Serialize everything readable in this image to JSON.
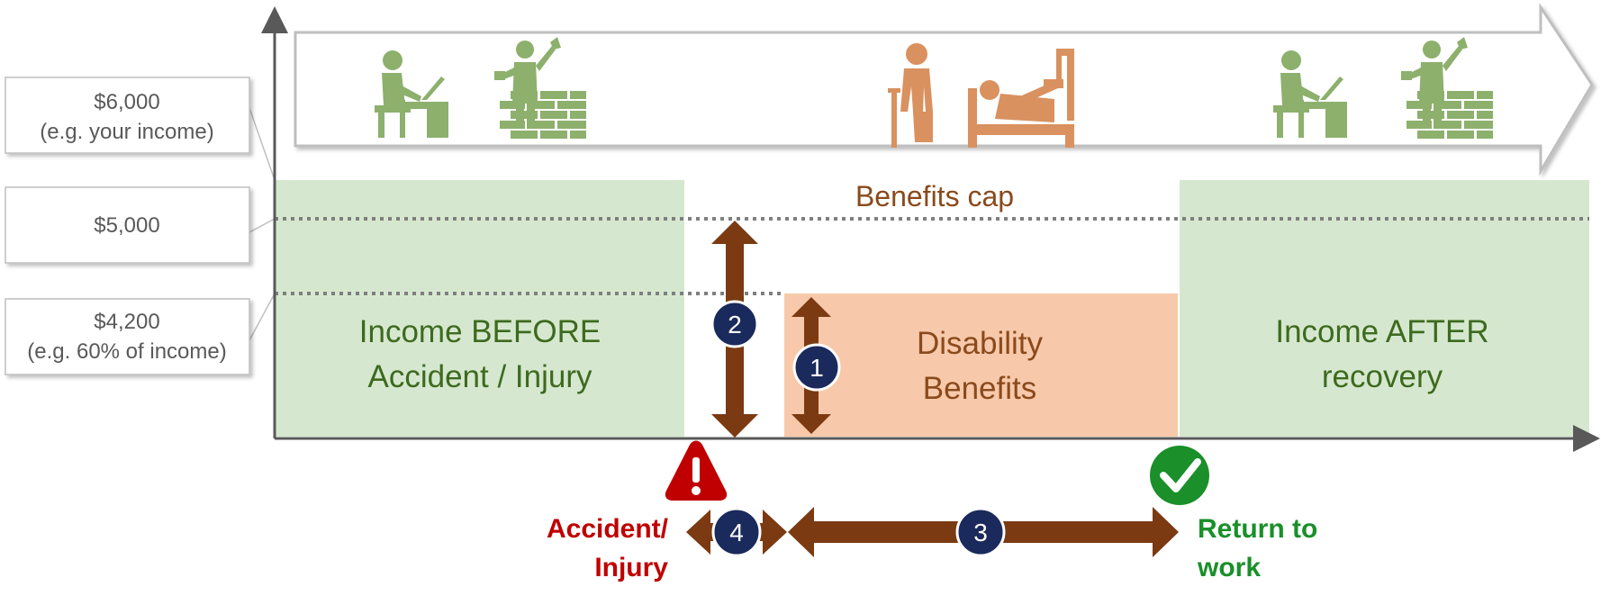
{
  "y_labels": {
    "top": {
      "value": "$6,000",
      "note": "(e.g. your income)"
    },
    "mid": {
      "value": "$5,000"
    },
    "low": {
      "value": "$4,200",
      "note": "(e.g. 60% of income)"
    }
  },
  "cap_label": "Benefits cap",
  "regions": {
    "before": {
      "line1": "Income BEFORE",
      "line2": "Accident / Injury"
    },
    "disability": {
      "line1": "Disability",
      "line2": "Benefits"
    },
    "after": {
      "line1": "Income AFTER",
      "line2": "recovery"
    }
  },
  "markers": {
    "accident": {
      "line1": "Accident/",
      "line2": "Injury"
    },
    "return": {
      "line1": "Return to",
      "line2": "work"
    }
  },
  "badges": {
    "one": "1",
    "two": "2",
    "three": "3",
    "four": "4"
  },
  "icons": [
    "desk-worker-icon",
    "bricklayer-icon",
    "crutch-person-icon",
    "hospital-bed-icon",
    "desk-worker-icon",
    "bricklayer-icon",
    "warning-icon",
    "check-icon"
  ],
  "colors": {
    "green_fill": "#d5e8cf",
    "green_text": "#3e6a1f",
    "peach_fill": "#f7c9aa",
    "brown_text": "#8a4a1c",
    "arrow_brown": "#7b3a12",
    "badge_navy": "#1b2a5c",
    "icon_green": "#8db06d",
    "icon_orange": "#d9915f",
    "alert_red": "#c00000",
    "ok_green": "#1a8f2a",
    "axis_gray": "#595959"
  }
}
